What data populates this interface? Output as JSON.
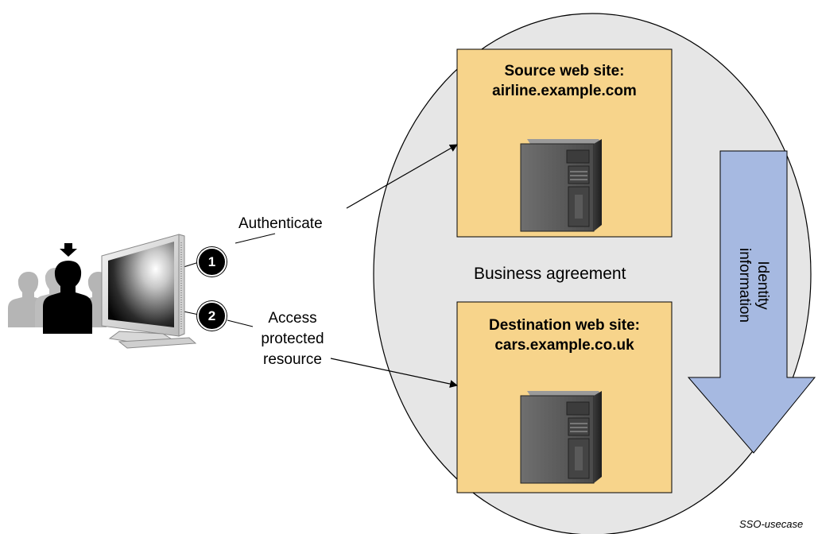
{
  "user_action_label": "Authenticate",
  "user_access_label_lines": [
    "Access",
    "protected",
    "resource"
  ],
  "step_badges": [
    "1",
    "2"
  ],
  "source_site": {
    "line1": "Source web site:",
    "line2": "airline.example.com"
  },
  "destination_site": {
    "line1": "Destination web site:",
    "line2": "cars.example.co.uk"
  },
  "business_agreement": "Business agreement",
  "flow_arrow_lines": [
    "Identity",
    "information"
  ],
  "caption": "SSO-usecase",
  "icons": [
    "user-group-icon",
    "monitor-icon",
    "server-tower-icon"
  ],
  "colors": {
    "ellipse": "#e6e6e6",
    "site_box": "#f7d48b",
    "flow_arrow": "#a6b9e1"
  }
}
